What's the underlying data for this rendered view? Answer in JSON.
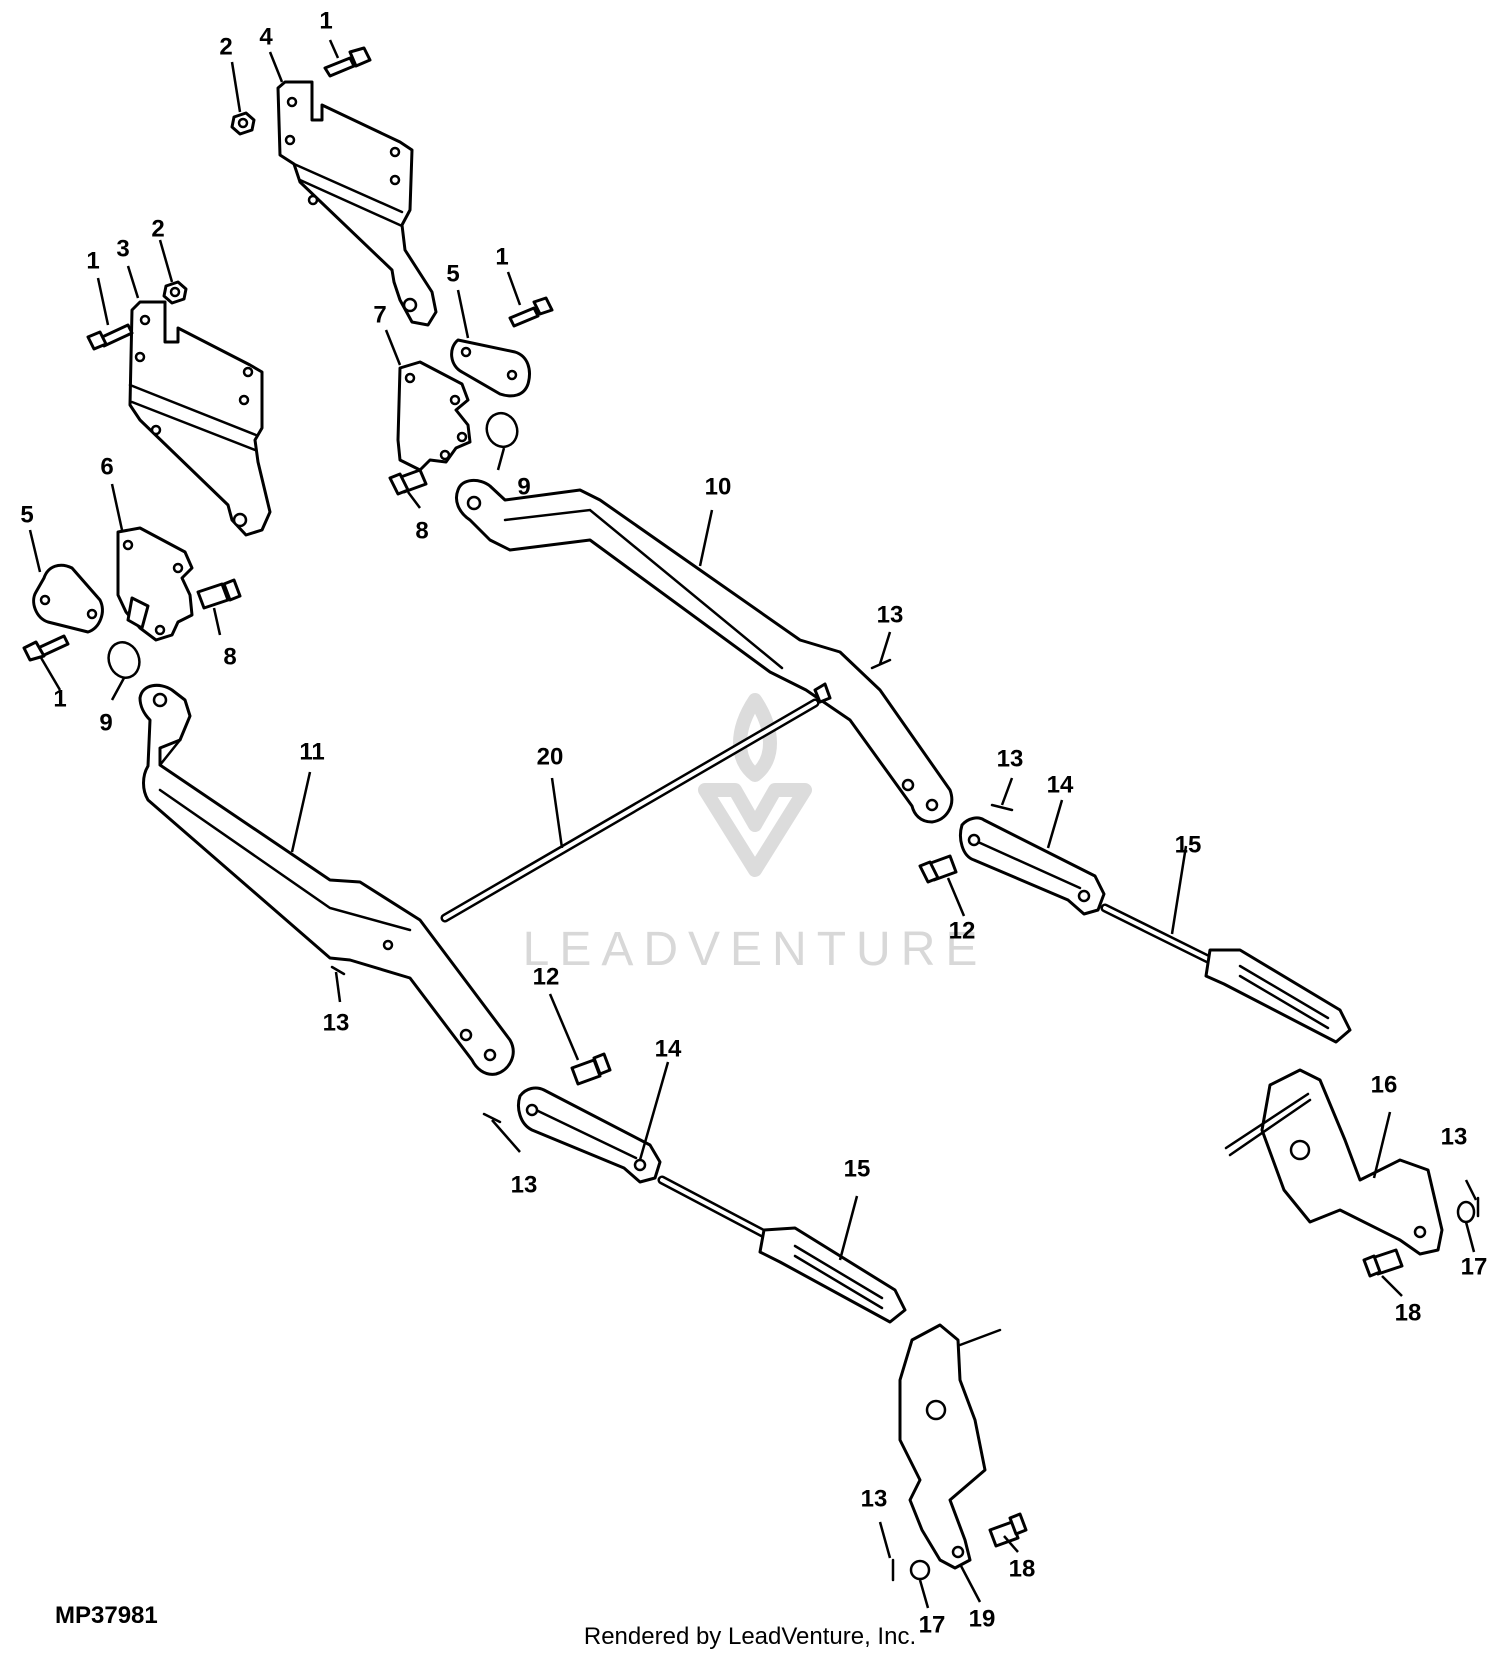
{
  "figure_id": "MP37981",
  "footer": "Rendered by LeadVenture, Inc.",
  "watermark": "LEADVENTURE",
  "callouts": {
    "c1a": "1",
    "c2a": "2",
    "c4": "4",
    "c1b": "1",
    "c3": "3",
    "c2b": "2",
    "c1c": "1",
    "c5a": "5",
    "c7": "7",
    "c9a": "9",
    "c8a": "8",
    "c6": "6",
    "c5b": "5",
    "c8b": "8",
    "c1d": "1",
    "c9b": "9",
    "c10": "10",
    "c13a": "13",
    "c11": "11",
    "c20": "20",
    "c13b": "13",
    "c14a": "14",
    "c15a": "15",
    "c12a": "12",
    "c13c": "13",
    "c12b": "12",
    "c14b": "14",
    "c13d": "13",
    "c15b": "15",
    "c16": "16",
    "c13e": "13",
    "c17a": "17",
    "c18a": "18",
    "c13f": "13",
    "c18b": "18",
    "c17b": "17",
    "c19": "19"
  }
}
